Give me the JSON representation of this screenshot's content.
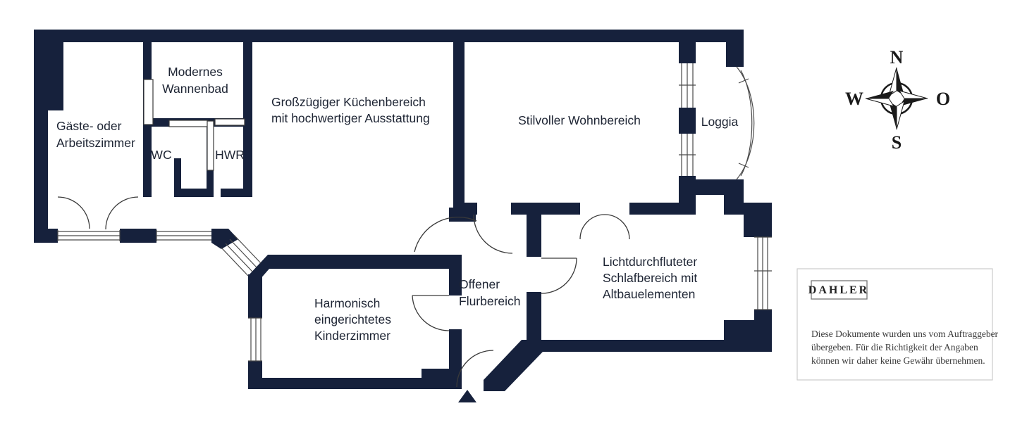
{
  "plan": {
    "rooms": {
      "gaeste": {
        "lines": [
          "Gäste- oder",
          "Arbeitszimmer"
        ]
      },
      "wannenbad": {
        "lines": [
          "Modernes",
          "Wannenbad"
        ]
      },
      "wc": {
        "label": "WC"
      },
      "hwr": {
        "label": "HWR"
      },
      "kueche": {
        "lines": [
          "Großzügiger Küchenbereich",
          "mit hochwertiger Ausstattung"
        ]
      },
      "wohn": {
        "label": "Stilvoller Wohnbereich"
      },
      "loggia": {
        "label": "Loggia"
      },
      "flur": {
        "lines": [
          "Offener",
          "Flurbereich"
        ]
      },
      "kinder": {
        "lines": [
          "Harmonisch",
          "eingerichtetes",
          "Kinderzimmer"
        ]
      },
      "schlaf": {
        "lines": [
          "Lichtdurchfluteter",
          "Schlafbereich mit",
          "Altbauelementen"
        ]
      }
    },
    "colors": {
      "wall": "#16213c",
      "background": "#ffffff",
      "detail_line": "#4a4a4a"
    }
  },
  "compass": {
    "north": "N",
    "east": "O",
    "south": "S",
    "west": "W"
  },
  "branding": {
    "logo": "DAHLER",
    "disclaimer_lines": [
      "Diese Dokumente wurden uns vom Auftraggeber",
      "übergeben. Für die Richtigkeit der Angaben",
      "können wir daher keine Gewähr übernehmen."
    ]
  }
}
